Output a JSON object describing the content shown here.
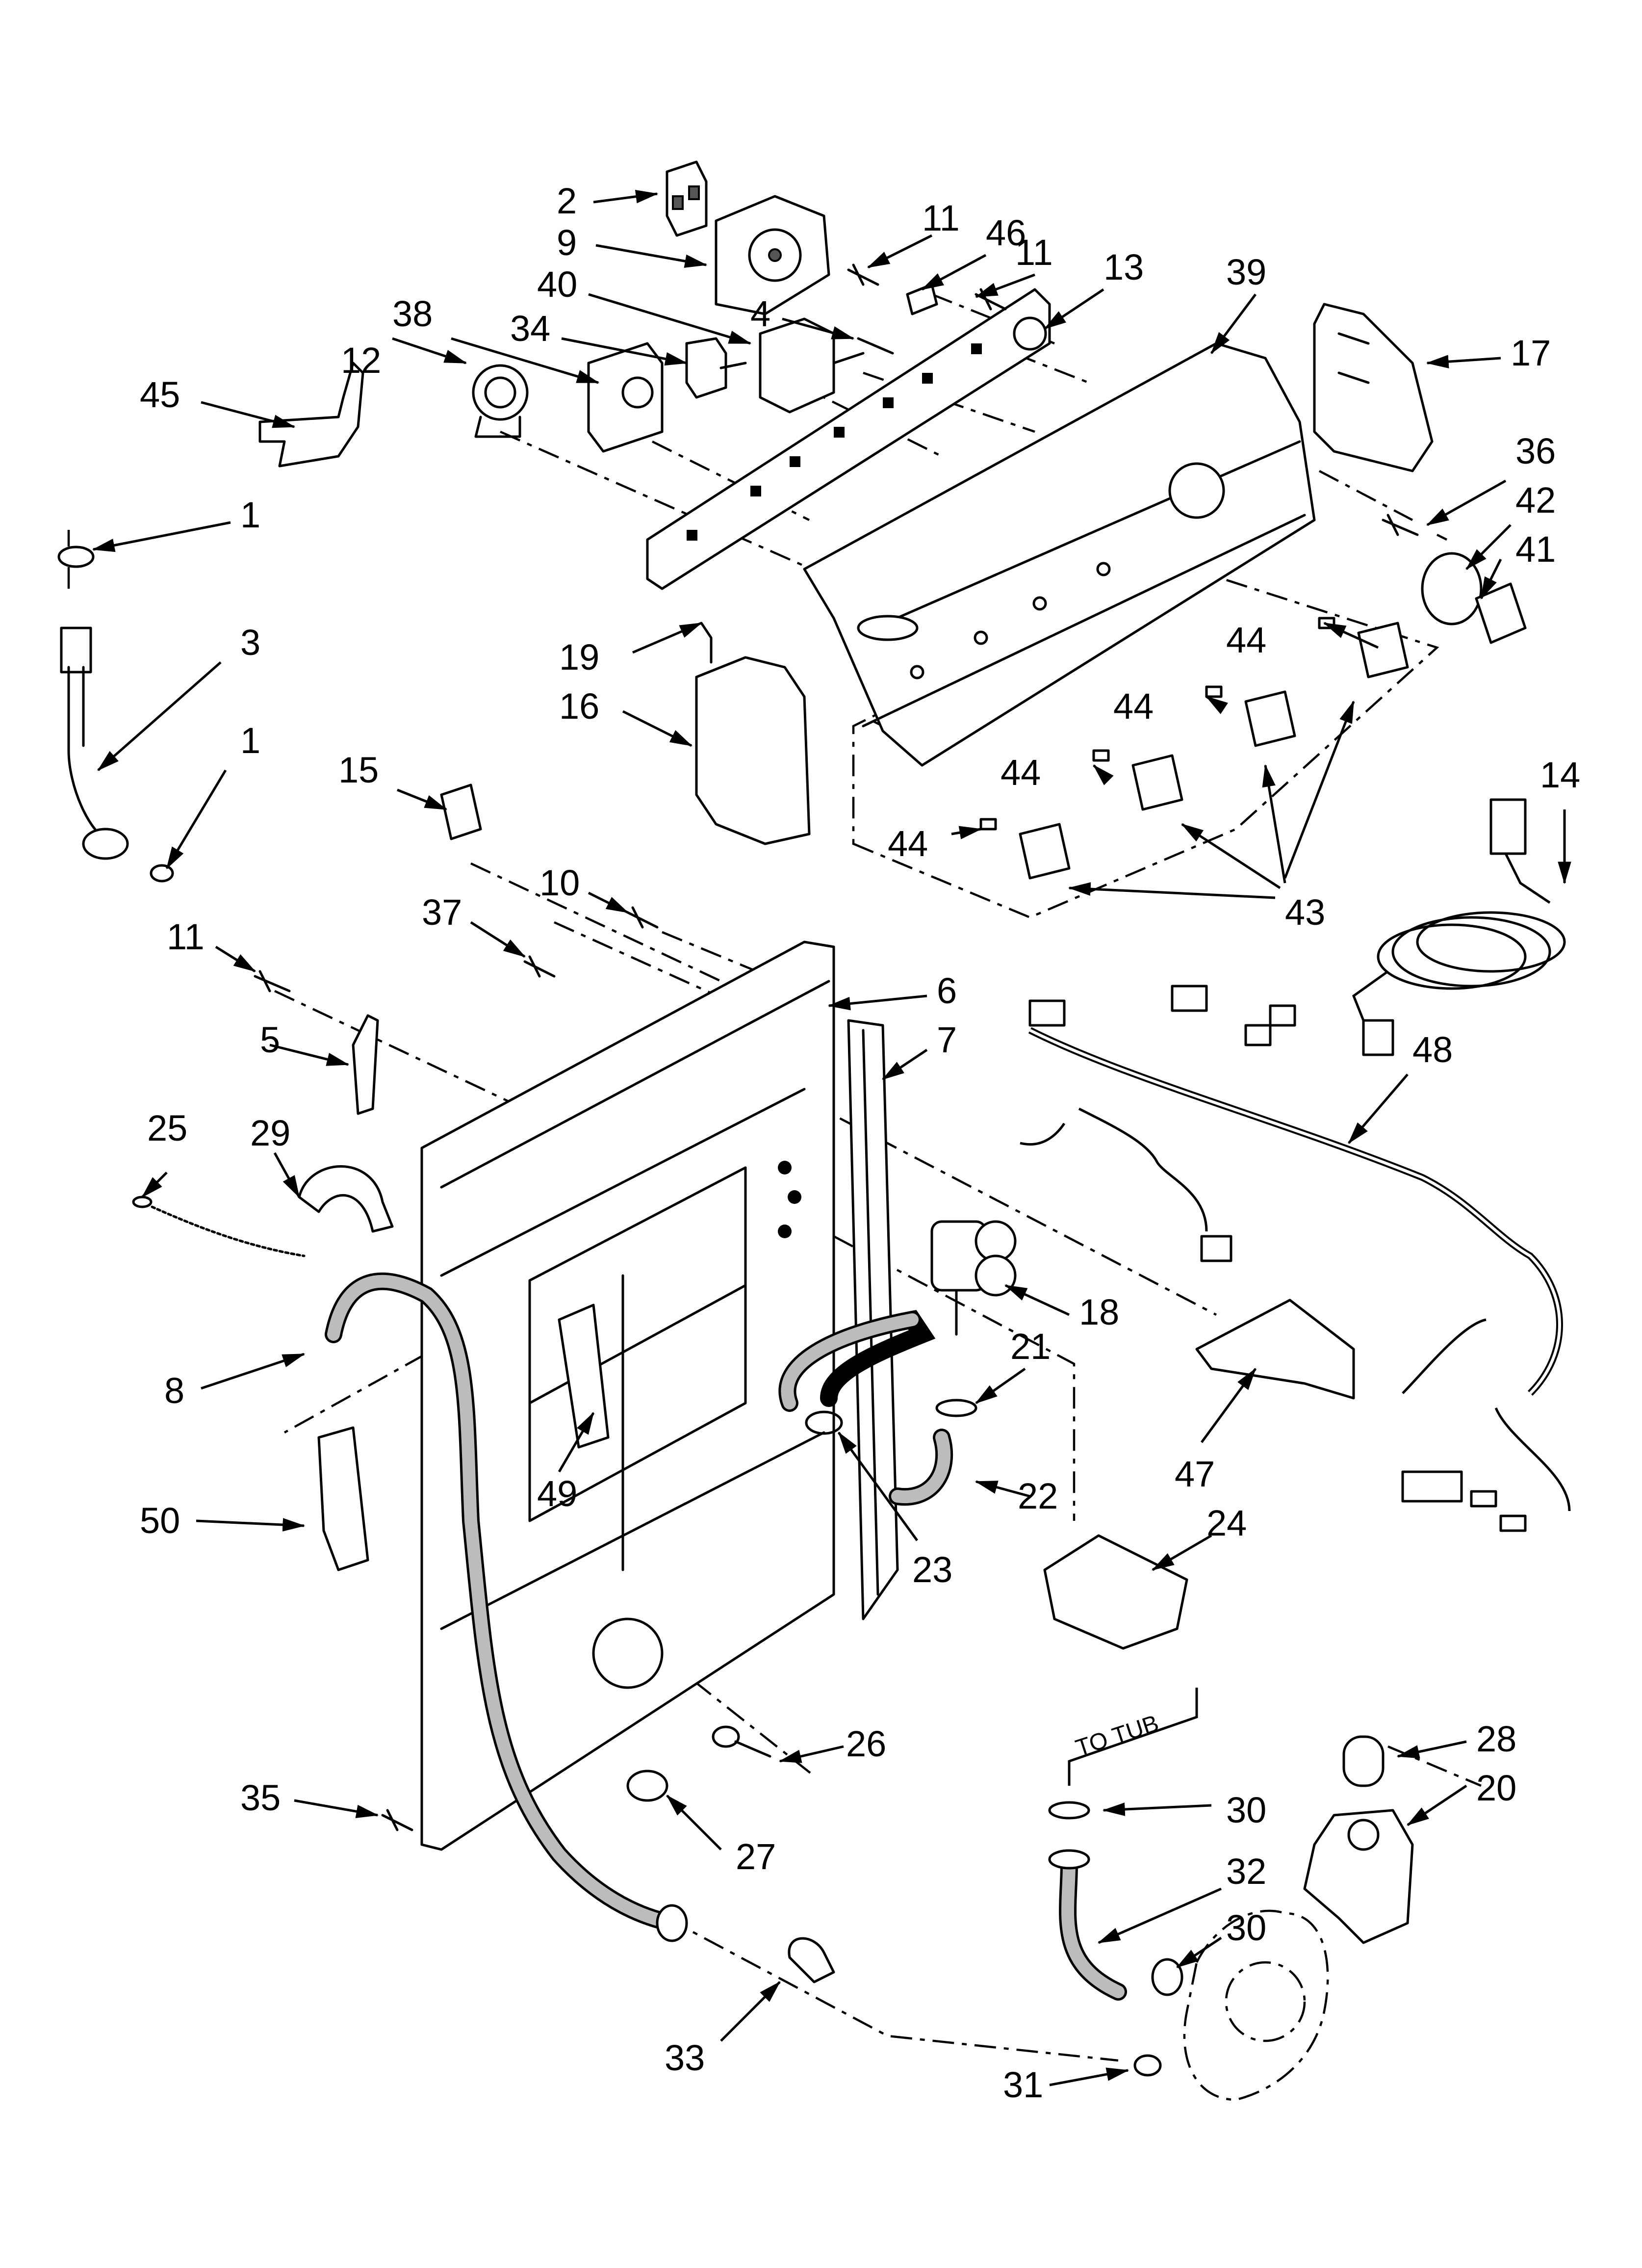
{
  "callouts": [
    {
      "id": "c2",
      "number": "2"
    },
    {
      "id": "c9",
      "number": "9"
    },
    {
      "id": "c40",
      "number": "40"
    },
    {
      "id": "c11a",
      "number": "11"
    },
    {
      "id": "c46",
      "number": "46"
    },
    {
      "id": "c11b",
      "number": "11"
    },
    {
      "id": "c13",
      "number": "13"
    },
    {
      "id": "c39",
      "number": "39"
    },
    {
      "id": "c38",
      "number": "38"
    },
    {
      "id": "c34",
      "number": "34"
    },
    {
      "id": "c4",
      "number": "4"
    },
    {
      "id": "c12",
      "number": "12"
    },
    {
      "id": "c45",
      "number": "45"
    },
    {
      "id": "c17",
      "number": "17"
    },
    {
      "id": "c36",
      "number": "36"
    },
    {
      "id": "c42",
      "number": "42"
    },
    {
      "id": "c41",
      "number": "41"
    },
    {
      "id": "c1a",
      "number": "1"
    },
    {
      "id": "c3",
      "number": "3"
    },
    {
      "id": "c1b",
      "number": "1"
    },
    {
      "id": "c19",
      "number": "19"
    },
    {
      "id": "c16",
      "number": "16"
    },
    {
      "id": "c44a",
      "number": "44"
    },
    {
      "id": "c44b",
      "number": "44"
    },
    {
      "id": "c44c",
      "number": "44"
    },
    {
      "id": "c44d",
      "number": "44"
    },
    {
      "id": "c43",
      "number": "43"
    },
    {
      "id": "c14",
      "number": "14"
    },
    {
      "id": "c15",
      "number": "15"
    },
    {
      "id": "c10",
      "number": "10"
    },
    {
      "id": "c37",
      "number": "37"
    },
    {
      "id": "c11c",
      "number": "11"
    },
    {
      "id": "c6",
      "number": "6"
    },
    {
      "id": "c7",
      "number": "7"
    },
    {
      "id": "c48",
      "number": "48"
    },
    {
      "id": "c5",
      "number": "5"
    },
    {
      "id": "c25",
      "number": "25"
    },
    {
      "id": "c29",
      "number": "29"
    },
    {
      "id": "c18",
      "number": "18"
    },
    {
      "id": "c21",
      "number": "21"
    },
    {
      "id": "c8",
      "number": "8"
    },
    {
      "id": "c47",
      "number": "47"
    },
    {
      "id": "c22",
      "number": "22"
    },
    {
      "id": "c50",
      "number": "50"
    },
    {
      "id": "c49",
      "number": "49"
    },
    {
      "id": "c24",
      "number": "24"
    },
    {
      "id": "c23",
      "number": "23"
    },
    {
      "id": "c26",
      "number": "26"
    },
    {
      "id": "c28",
      "number": "28"
    },
    {
      "id": "c20",
      "number": "20"
    },
    {
      "id": "c35",
      "number": "35"
    },
    {
      "id": "c30a",
      "number": "30"
    },
    {
      "id": "c27",
      "number": "27"
    },
    {
      "id": "c32",
      "number": "32"
    },
    {
      "id": "c30b",
      "number": "30"
    },
    {
      "id": "c33",
      "number": "33"
    },
    {
      "id": "c31",
      "number": "31"
    }
  ],
  "annotations": {
    "to_tub": "TO TUB"
  }
}
